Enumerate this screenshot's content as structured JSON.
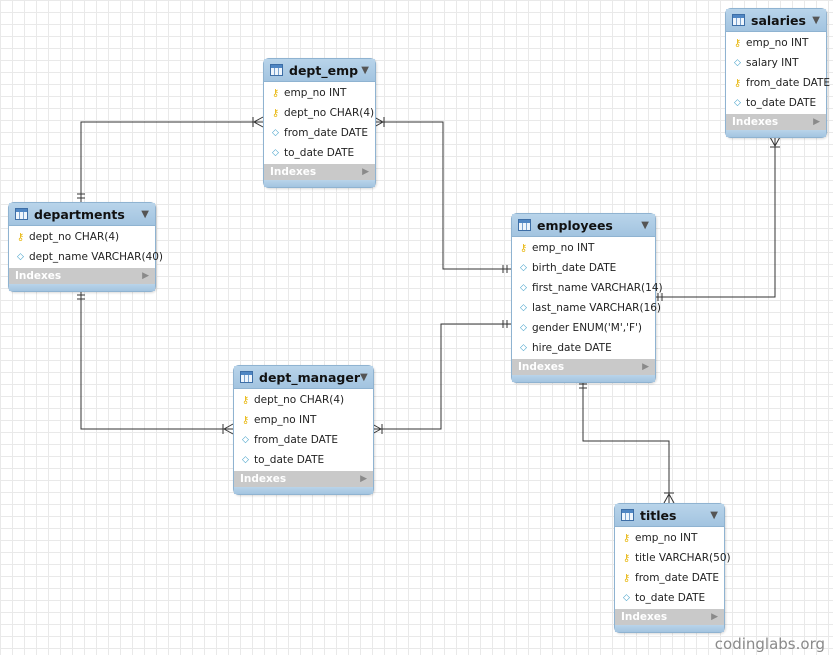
{
  "diagram": {
    "indexes_label": "Indexes",
    "tables": [
      {
        "id": "dept_emp",
        "name": "dept_emp",
        "columns": [
          {
            "kind": "pk",
            "text": "emp_no INT"
          },
          {
            "kind": "pk",
            "text": "dept_no CHAR(4)"
          },
          {
            "kind": "attr",
            "text": "from_date DATE"
          },
          {
            "kind": "attr",
            "text": "to_date DATE"
          }
        ]
      },
      {
        "id": "salaries",
        "name": "salaries",
        "columns": [
          {
            "kind": "pk",
            "text": "emp_no INT"
          },
          {
            "kind": "attr",
            "text": "salary INT"
          },
          {
            "kind": "pk",
            "text": "from_date DATE"
          },
          {
            "kind": "attr",
            "text": "to_date DATE"
          }
        ]
      },
      {
        "id": "departments",
        "name": "departments",
        "columns": [
          {
            "kind": "pk",
            "text": "dept_no CHAR(4)"
          },
          {
            "kind": "attr",
            "text": "dept_name VARCHAR(40)"
          }
        ]
      },
      {
        "id": "employees",
        "name": "employees",
        "columns": [
          {
            "kind": "pk",
            "text": "emp_no INT"
          },
          {
            "kind": "attr",
            "text": "birth_date DATE"
          },
          {
            "kind": "attr",
            "text": "first_name VARCHAR(14)"
          },
          {
            "kind": "attr",
            "text": "last_name VARCHAR(16)"
          },
          {
            "kind": "attr",
            "text": "gender ENUM('M','F')"
          },
          {
            "kind": "attr",
            "text": "hire_date DATE"
          }
        ]
      },
      {
        "id": "dept_manager",
        "name": "dept_manager",
        "columns": [
          {
            "kind": "pk",
            "text": "dept_no CHAR(4)"
          },
          {
            "kind": "pk",
            "text": "emp_no INT"
          },
          {
            "kind": "attr",
            "text": "from_date DATE"
          },
          {
            "kind": "attr",
            "text": "to_date DATE"
          }
        ]
      },
      {
        "id": "titles",
        "name": "titles",
        "columns": [
          {
            "kind": "pk",
            "text": "emp_no INT"
          },
          {
            "kind": "pk",
            "text": "title VARCHAR(50)"
          },
          {
            "kind": "pk",
            "text": "from_date DATE"
          },
          {
            "kind": "attr",
            "text": "to_date DATE"
          }
        ]
      }
    ],
    "relationships": [
      {
        "from": "departments",
        "from_card": "one",
        "to": "dept_emp",
        "to_card": "many"
      },
      {
        "from": "employees",
        "from_card": "one",
        "to": "dept_emp",
        "to_card": "many"
      },
      {
        "from": "employees",
        "from_card": "one",
        "to": "salaries",
        "to_card": "many"
      },
      {
        "from": "departments",
        "from_card": "one",
        "to": "dept_manager",
        "to_card": "many"
      },
      {
        "from": "employees",
        "from_card": "one",
        "to": "dept_manager",
        "to_card": "many"
      },
      {
        "from": "employees",
        "from_card": "one",
        "to": "titles",
        "to_card": "many"
      }
    ],
    "icons": {
      "table": "table-icon",
      "pk": "key-icon",
      "attr": "diamond-icon",
      "menu": "chevron-down-icon",
      "indexes": "chevron-right-icon"
    },
    "colors": {
      "header": "#a9c8e3",
      "border": "#8fb3d1",
      "indexes_bar": "#c9c9c9",
      "key": "#e8b70f",
      "diamond": "#3e9ec8",
      "line": "#333333"
    }
  },
  "watermark": "codinglabs.org"
}
